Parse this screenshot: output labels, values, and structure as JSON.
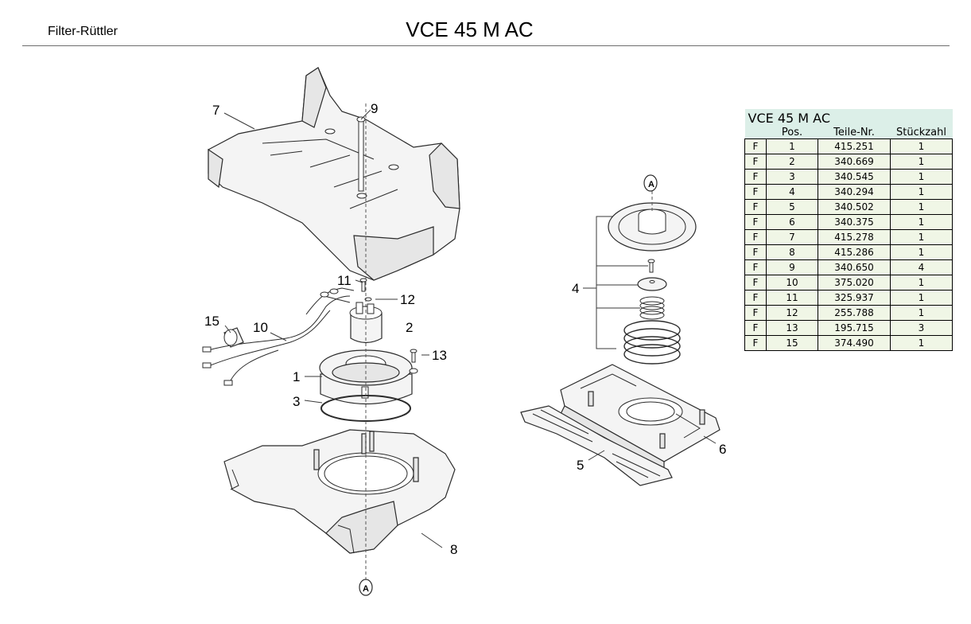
{
  "header": {
    "left_label": "Filter-Rüttler",
    "title": "VCE 45 M AC"
  },
  "callouts": {
    "c1": "1",
    "c2": "2",
    "c3": "3",
    "c4": "4",
    "c5": "5",
    "c6": "6",
    "c7": "7",
    "c8": "8",
    "c9": "9",
    "c10": "10",
    "c11": "11",
    "c12": "12",
    "c13": "13",
    "c15": "15",
    "marker_a_top": "A",
    "marker_a_bottom": "A"
  },
  "parts_table": {
    "title": "VCE 45 M AC",
    "columns": [
      "",
      "Pos.",
      "Teile-Nr.",
      "Stückzahl"
    ],
    "rows": [
      {
        "flag": "F",
        "pos": "1",
        "part_no": "415.251",
        "qty": "1"
      },
      {
        "flag": "F",
        "pos": "2",
        "part_no": "340.669",
        "qty": "1"
      },
      {
        "flag": "F",
        "pos": "3",
        "part_no": "340.545",
        "qty": "1"
      },
      {
        "flag": "F",
        "pos": "4",
        "part_no": "340.294",
        "qty": "1"
      },
      {
        "flag": "F",
        "pos": "5",
        "part_no": "340.502",
        "qty": "1"
      },
      {
        "flag": "F",
        "pos": "6",
        "part_no": "340.375",
        "qty": "1"
      },
      {
        "flag": "F",
        "pos": "7",
        "part_no": "415.278",
        "qty": "1"
      },
      {
        "flag": "F",
        "pos": "8",
        "part_no": "415.286",
        "qty": "1"
      },
      {
        "flag": "F",
        "pos": "9",
        "part_no": "340.650",
        "qty": "4"
      },
      {
        "flag": "F",
        "pos": "10",
        "part_no": "375.020",
        "qty": "1"
      },
      {
        "flag": "F",
        "pos": "11",
        "part_no": "325.937",
        "qty": "1"
      },
      {
        "flag": "F",
        "pos": "12",
        "part_no": "255.788",
        "qty": "1"
      },
      {
        "flag": "F",
        "pos": "13",
        "part_no": "195.715",
        "qty": "3"
      },
      {
        "flag": "F",
        "pos": "15",
        "part_no": "374.490",
        "qty": "1"
      }
    ]
  }
}
